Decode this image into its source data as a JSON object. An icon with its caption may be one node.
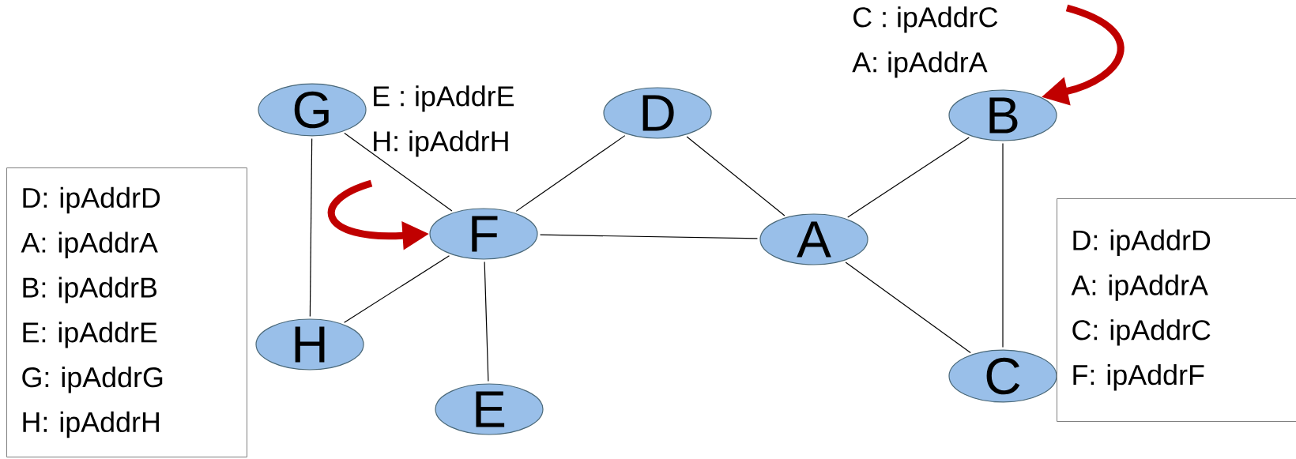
{
  "diagram": {
    "nodes": [
      {
        "text": [
          "G"
        ],
        "beside": [
          "E : ipAddrE",
          "H: ipAddrH"
        ]
      },
      {
        "text": [
          "D"
        ]
      },
      {
        "text": [
          "B"
        ],
        "beside": [
          "C : ipAddrC",
          "A: ipAddrA"
        ]
      },
      {
        "text": [
          "F"
        ]
      },
      {
        "text": [
          "A"
        ]
      },
      {
        "text": [
          "H"
        ]
      },
      {
        "text": [
          "E"
        ]
      },
      {
        "text": [
          "C"
        ]
      },
      {
        "text": [
          "D: ipAddrD",
          "A: ipAddrA",
          "B: ipAddrB",
          "E: ipAddrE",
          "G: ipAddrG",
          "H: ipAddrH"
        ]
      },
      {
        "text": [
          "D: ipAddrD",
          "A: ipAddrA",
          "C: ipAddrC",
          "F: ipAddrF"
        ]
      }
    ],
    "edges": [
      {
        "from": 0,
        "to": 3,
        "arrow": "none"
      },
      {
        "from": 0,
        "to": 5,
        "arrow": "none"
      },
      {
        "from": 1,
        "to": 3,
        "arrow": "none"
      },
      {
        "from": 1,
        "to": 4,
        "arrow": "none"
      },
      {
        "from": 2,
        "to": 4,
        "arrow": "none"
      },
      {
        "from": 2,
        "to": 7,
        "arrow": "none"
      },
      {
        "from": 3,
        "to": 4,
        "arrow": "none"
      },
      {
        "from": 5,
        "to": 3,
        "arrow": "none"
      },
      {
        "from": 3,
        "to": 6,
        "arrow": "none"
      },
      {
        "from": 4,
        "to": 7,
        "arrow": "none"
      },
      {
        "from": null,
        "to": 3,
        "arrow": "to",
        "style": "thick",
        "color": "#c00000"
      },
      {
        "from": null,
        "to": 2,
        "arrow": "to",
        "style": "thick",
        "color": "#c00000"
      }
    ]
  }
}
